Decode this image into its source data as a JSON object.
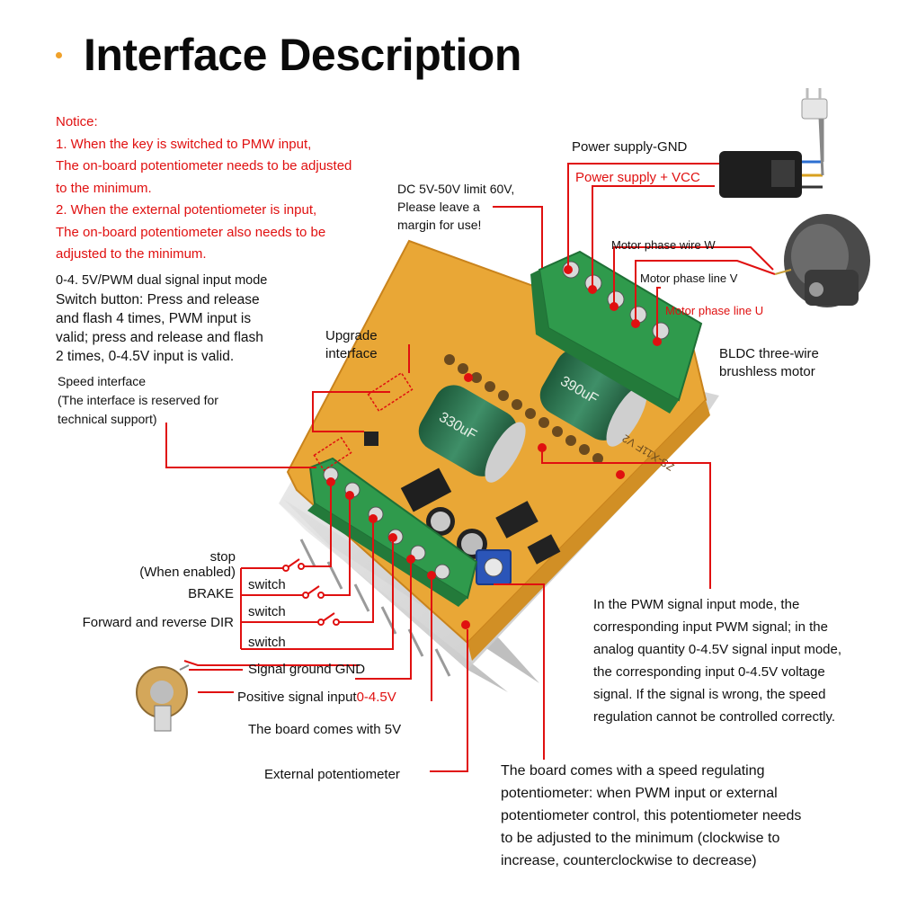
{
  "title": "Interface Description",
  "notice": {
    "heading": "Notice:",
    "lines": [
      "1. When the key is switched to PMW input,",
      "The on-board potentiometer needs to be adjusted",
      "to the minimum.",
      "2. When the external potentiometer is input,",
      "The on-board potentiometer also needs to be",
      "adjusted to the minimum."
    ]
  },
  "mode_block": {
    "lines": [
      "0-4. 5V/PWM dual signal input mode",
      "Switch button: Press and release",
      "and flash 4 times, PWM input is",
      "valid; press and release and flash",
      "2 times, 0-4.5V input is valid."
    ]
  },
  "speed_interface": {
    "lines": [
      "Speed interface",
      "(The interface is reserved for",
      "technical support)"
    ]
  },
  "upgrade_interface": {
    "lines": [
      "Upgrade",
      "interface"
    ]
  },
  "dc_limit": {
    "lines": [
      "DC 5V-50V limit 60V,",
      "Please leave a",
      "margin for use!"
    ]
  },
  "power_gnd": "Power supply-GND",
  "power_vcc": "Power supply + VCC",
  "motor_w": "Motor phase wire W",
  "motor_v": "Motor phase line V",
  "motor_u": "Motor phase line U",
  "bldc": {
    "lines": [
      "BLDC three-wire",
      "brushless motor"
    ]
  },
  "left_labels": {
    "stop": "stop",
    "when_enabled": "(When enabled)",
    "brake": "BRAKE",
    "forward_reverse": "Forward and reverse DIR",
    "switch_1": "switch",
    "switch_2": "switch",
    "switch_3": "switch",
    "signal_gnd": "Signal ground GND",
    "positive_signal": "Positive signal input",
    "positive_range": "0-4.5V",
    "board_5v": "The board comes with 5V",
    "external_pot": "External potentiometer"
  },
  "pwm_desc": {
    "lines": [
      "In the PWM signal input mode, the",
      "corresponding input PWM signal; in the",
      "analog quantity 0-4.5V signal input mode,",
      "the corresponding input 0-4.5V voltage",
      "signal. If the signal is wrong, the speed",
      "regulation cannot be controlled correctly."
    ]
  },
  "board_pot_desc": {
    "lines": [
      "The board comes with a speed regulating",
      "potentiometer: when PWM input or external",
      "potentiometer control, this potentiometer needs",
      "to be adjusted to the minimum (clockwise to",
      "increase, counterclockwise to decrease)"
    ]
  },
  "board": {
    "cap_label_1": "330uF",
    "cap_label_2": "390uF",
    "silkscreen": "ZS-X11F V2"
  },
  "colors": {
    "callout": "#e01010",
    "pcb": "#e9a736",
    "terminal": "#2f9a4c",
    "heatsink": "#d9d9d9",
    "title_bullet": "#f0a12a"
  }
}
